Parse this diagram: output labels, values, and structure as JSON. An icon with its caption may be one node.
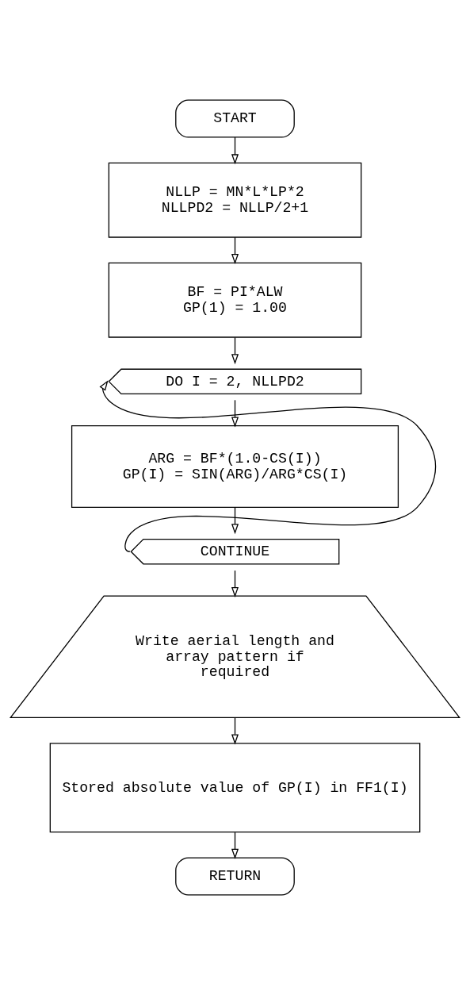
{
  "diagram": {
    "nodes": [
      {
        "text": [
          "START"
        ]
      },
      {
        "text": [
          "NLLP = MN*L*LP*2",
          "NLLPD2 = NLLP/2+1"
        ]
      },
      {
        "text": [
          "BF = PI*ALW",
          "GP(1) = 1.00"
        ]
      },
      {
        "text": [
          "DO I = 2, NLLPD2"
        ]
      },
      {
        "text": [
          "ARG = BF*(1.0-CS(I))",
          "GP(I) = SIN(ARG)/ARG*CS(I)"
        ]
      },
      {
        "text": [
          "CONTINUE"
        ]
      },
      {
        "text": [
          "Write aerial length and array pattern if required"
        ]
      },
      {
        "text": [
          "Stored absolute value of GP(I) in FF1(I)"
        ]
      },
      {
        "text": [
          "RETURN"
        ]
      }
    ],
    "edges": [
      {
        "from": 0,
        "to": 1,
        "arrow": "to"
      },
      {
        "from": 1,
        "to": 2,
        "arrow": "to"
      },
      {
        "from": 2,
        "to": 3,
        "arrow": "to"
      },
      {
        "from": 3,
        "to": 4,
        "arrow": "to"
      },
      {
        "from": 4,
        "to": 5,
        "arrow": "to"
      },
      {
        "from": 5,
        "to": 3,
        "arrow": "to"
      },
      {
        "from": 5,
        "to": 6,
        "arrow": "to"
      },
      {
        "from": 6,
        "to": 7,
        "arrow": "to"
      },
      {
        "from": 7,
        "to": 8,
        "arrow": "to"
      }
    ]
  }
}
